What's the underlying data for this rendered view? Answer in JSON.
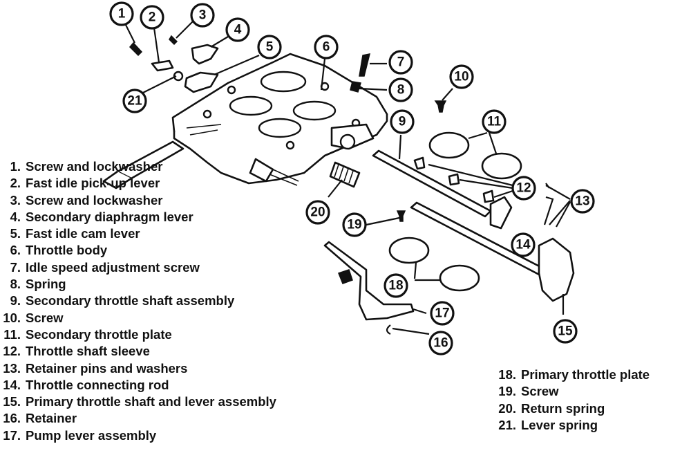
{
  "figure": {
    "type": "exploded-parts-diagram",
    "subject": "Throttle body assembly",
    "callouts": [
      {
        "number": "1"
      },
      {
        "number": "2"
      },
      {
        "number": "3"
      },
      {
        "number": "4"
      },
      {
        "number": "5"
      },
      {
        "number": "6"
      },
      {
        "number": "7"
      },
      {
        "number": "8"
      },
      {
        "number": "9"
      },
      {
        "number": "10"
      },
      {
        "number": "11"
      },
      {
        "number": "12"
      },
      {
        "number": "13"
      },
      {
        "number": "14"
      },
      {
        "number": "15"
      },
      {
        "number": "16"
      },
      {
        "number": "17"
      },
      {
        "number": "18"
      },
      {
        "number": "19"
      },
      {
        "number": "20"
      },
      {
        "number": "21"
      }
    ]
  },
  "legend": {
    "left": [
      {
        "num": "1.",
        "label": "Screw and lockwasher"
      },
      {
        "num": "2.",
        "label": "Fast idle pick-up lever"
      },
      {
        "num": "3.",
        "label": "Screw and lockwasher"
      },
      {
        "num": "4.",
        "label": "Secondary diaphragm lever"
      },
      {
        "num": "5.",
        "label": "Fast idle cam lever"
      },
      {
        "num": "6.",
        "label": "Throttle body"
      },
      {
        "num": "7.",
        "label": "Idle speed adjustment screw"
      },
      {
        "num": "8.",
        "label": "Spring"
      },
      {
        "num": "9.",
        "label": "Secondary throttle shaft assembly"
      },
      {
        "num": "10.",
        "label": "Screw"
      },
      {
        "num": "11.",
        "label": "Secondary throttle plate"
      },
      {
        "num": "12.",
        "label": "Throttle shaft sleeve"
      },
      {
        "num": "13.",
        "label": "Retainer pins and washers"
      },
      {
        "num": "14.",
        "label": "Throttle connecting rod"
      },
      {
        "num": "15.",
        "label": "Primary throttle shaft and lever assembly"
      },
      {
        "num": "16.",
        "label": "Retainer"
      },
      {
        "num": "17.",
        "label": "Pump lever assembly"
      }
    ],
    "right": [
      {
        "num": "18.",
        "label": "Primary throttle plate"
      },
      {
        "num": "19.",
        "label": "Screw"
      },
      {
        "num": "20.",
        "label": "Return spring"
      },
      {
        "num": "21.",
        "label": "Lever spring"
      }
    ]
  }
}
